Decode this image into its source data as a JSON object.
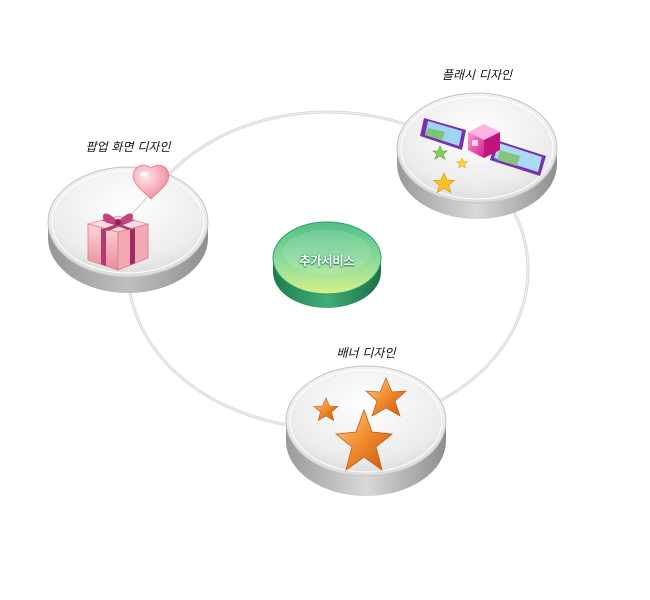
{
  "center": {
    "label": "추가서비스"
  },
  "nodes": [
    {
      "label": "팝업 화면 디자인",
      "icon": "gift-heart-balloon-icon"
    },
    {
      "label": "플래시 디자인",
      "icon": "satellite-stars-icon"
    },
    {
      "label": "배너 디자인",
      "icon": "orange-stars-icon"
    }
  ],
  "colors": {
    "center_top": "#7fd9a6",
    "center_bottom": "#2f9e6c",
    "disc_top": "#f4f4f4",
    "disc_side": "#a9a9a9",
    "ring": "#d8d8d8"
  }
}
